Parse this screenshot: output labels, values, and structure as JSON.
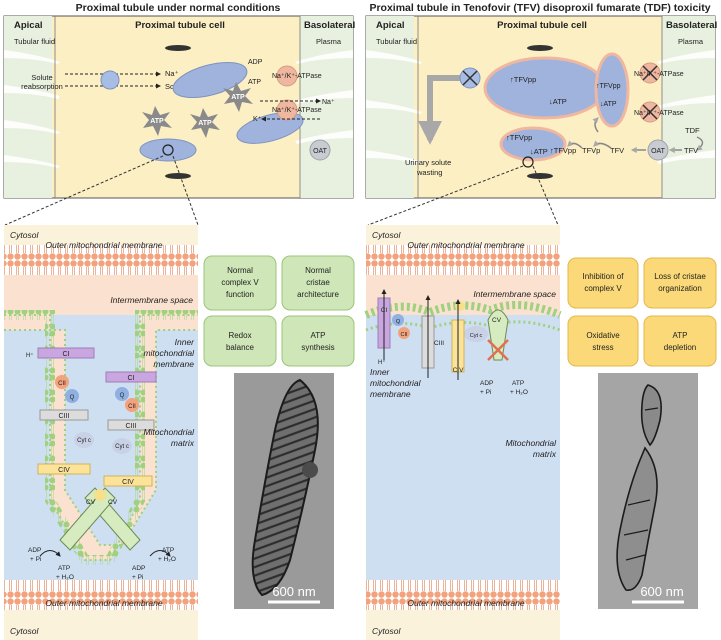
{
  "left": {
    "title": "Proximal tubule under normal conditions",
    "apical": "Apical",
    "cell": "Proximal tubule cell",
    "basolateral": "Basolateral",
    "tubular_fluid": "Tubular fluid",
    "plasma": "Plasma",
    "solute_reabsorption_1": "Solute",
    "solute_reabsorption_2": "reabsorption",
    "na": "Na⁺",
    "solutes": "Solutes",
    "adp": "ADP",
    "atp": "ATP",
    "atpase": "Na⁺/K⁺-ATPase",
    "k": "K⁺",
    "oat": "OAT",
    "cytosol_top": "Cytosol",
    "outer_membrane_top": "Outer mitochondrial membrane",
    "intermembrane": "Intermembrane space",
    "inner_1": "Inner",
    "inner_2": "mitochondrial",
    "inner_3": "membrane",
    "matrix_1": "Mitochondrial",
    "matrix_2": "matrix",
    "h": "H⁺",
    "ci": "CI",
    "cii": "CII",
    "q": "Q",
    "ciii": "CIII",
    "cytc": "Cyt c",
    "civ": "CIV",
    "cv": "CV",
    "adp_pi_1": "ADP",
    "adp_pi_2": "+ Pi",
    "atp_h2o_1": "ATP",
    "atp_h2o_2": "+ H₂O",
    "adp_pi_r1": "ADP",
    "adp_pi_r2": "+ Pi",
    "atp_h2o_r1": "ATP",
    "atp_h2o_r2": "+ H₂O",
    "outer_membrane_bottom": "Outer mitochondrial membrane",
    "cytosol_bottom": "Cytosol",
    "scale": "600 nm",
    "boxes": [
      {
        "l1": "Normal",
        "l2": "complex V",
        "l3": "function"
      },
      {
        "l1": "Normal",
        "l2": "cristae",
        "l3": "architecture"
      },
      {
        "l1": "Redox",
        "l2": "balance",
        "l3": ""
      },
      {
        "l1": "ATP",
        "l2": "synthesis",
        "l3": ""
      }
    ]
  },
  "right": {
    "title": "Proximal tubule in Tenofovir (TFV) disoproxil fumarate (TDF) toxicity",
    "apical": "Apical",
    "cell": "Proximal tubule cell",
    "basolateral": "Basolateral",
    "tubular_fluid": "Tubular fluid",
    "plasma": "Plasma",
    "tfvpp": "↑TFVpp",
    "atp_down": "↓ATP",
    "atpase": "Na⁺/K⁺-ATPase",
    "tdf": "TDF",
    "tfv": "TFV",
    "tfvp": "TFVp",
    "oat": "OAT",
    "urinary_1": "Urinary solute",
    "urinary_2": "wasting",
    "cytosol_top": "Cytosol",
    "outer_membrane_top": "Outer mitochondrial membrane",
    "intermembrane": "Intermembrane space",
    "inner_1": "Inner",
    "inner_2": "mitochondrial",
    "inner_3": "membrane",
    "matrix_1": "Mitochondrial",
    "matrix_2": "matrix",
    "h": "H⁺",
    "ci": "CI",
    "cii": "CII",
    "q": "Q",
    "ciii": "CIII",
    "cytc": "Cyt c",
    "civ": "CIV",
    "cv": "CV",
    "adp_1": "ADP",
    "adp_2": "+ Pi",
    "atp_1": "ATP",
    "atp_2": "+ H₂O",
    "outer_membrane_bottom": "Outer mitochondrial membrane",
    "cytosol_bottom": "Cytosol",
    "scale": "600 nm",
    "boxes": [
      {
        "l1": "Inhibition of",
        "l2": "complex V",
        "l3": ""
      },
      {
        "l1": "Loss of cristae",
        "l2": "organization",
        "l3": ""
      },
      {
        "l1": "Oxidative",
        "l2": "stress",
        "l3": ""
      },
      {
        "l1": "ATP",
        "l2": "depletion",
        "l3": ""
      }
    ]
  },
  "colors": {
    "cell": "#fcefc4",
    "apical": "#e8f1df",
    "mito": "#9fb3dc",
    "intermembrane": "#fbe1cf",
    "matrix": "#cfdff2",
    "green_box": "#cfe6b8",
    "yellow_box": "#fbd978"
  }
}
